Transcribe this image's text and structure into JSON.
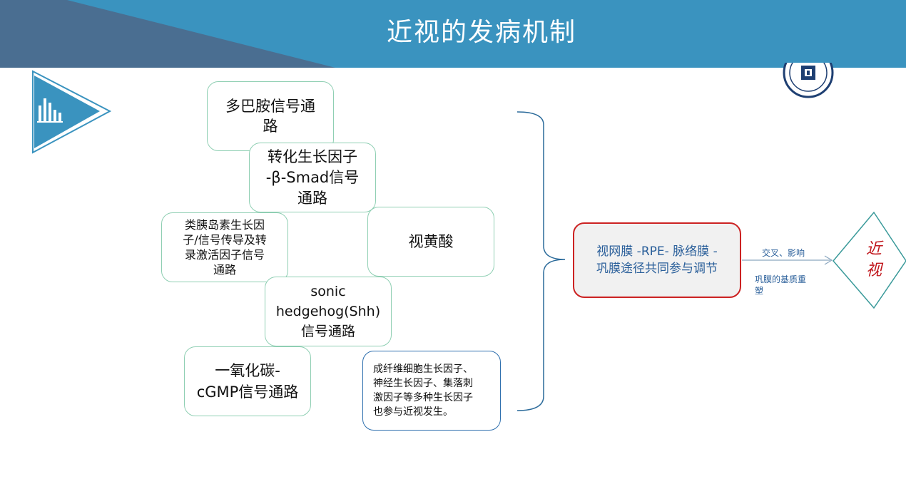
{
  "header": {
    "title": "近视的发病机制"
  },
  "colors": {
    "header_blue": "#3a93bf",
    "header_dark": "#4a6e91",
    "box_green_border": "#8fcfb3",
    "box_blue_border": "#2e6fae",
    "box_red_border": "#cc2222",
    "text_blue": "#2a5f9a",
    "text_red": "#c0151b"
  },
  "icons": {
    "logo": "university-seal-logo",
    "deco": "bar-chart-icon"
  },
  "pathways": [
    {
      "lines": [
        "多巴胺信号通",
        "路"
      ]
    },
    {
      "lines": [
        "转化生长因子",
        "-β-Smad信号",
        "通路"
      ]
    },
    {
      "lines": [
        "类胰岛素生长因",
        "子/信号传导及转",
        "录激活因子信号",
        "通路"
      ]
    },
    {
      "lines": [
        "视黄酸"
      ]
    },
    {
      "lines": [
        "sonic",
        "hedgehog(Shh)",
        "信号通路"
      ]
    },
    {
      "lines": [
        "一氧化碳-",
        "cGMP信号通路"
      ]
    },
    {
      "lines": [
        "成纤维细胞生长因子、",
        "神经生长因子、集落刺",
        "激因子等多种生长因子",
        "也参与近视发生。"
      ]
    }
  ],
  "central": {
    "lines": [
      "视网膜 -RPE- 脉络膜 -",
      "巩膜途径共同参与调节"
    ]
  },
  "arrow": {
    "label_top": "交叉、影响",
    "label_bottom_lines": [
      "巩膜的基质重",
      "塑"
    ]
  },
  "outcome": {
    "lines": [
      "近",
      "视"
    ]
  }
}
